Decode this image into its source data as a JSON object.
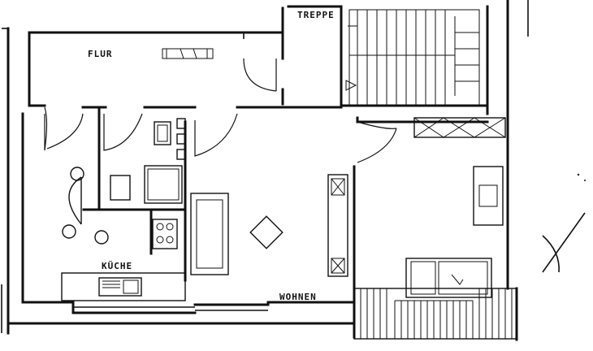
{
  "rooms": {
    "flur": "FLUR",
    "treppe": "TREPPE",
    "kueche": "KÜCHE",
    "wohnen": "WOHNEN"
  },
  "colors": {
    "ink": "#111111",
    "paper": "#ffffff"
  }
}
